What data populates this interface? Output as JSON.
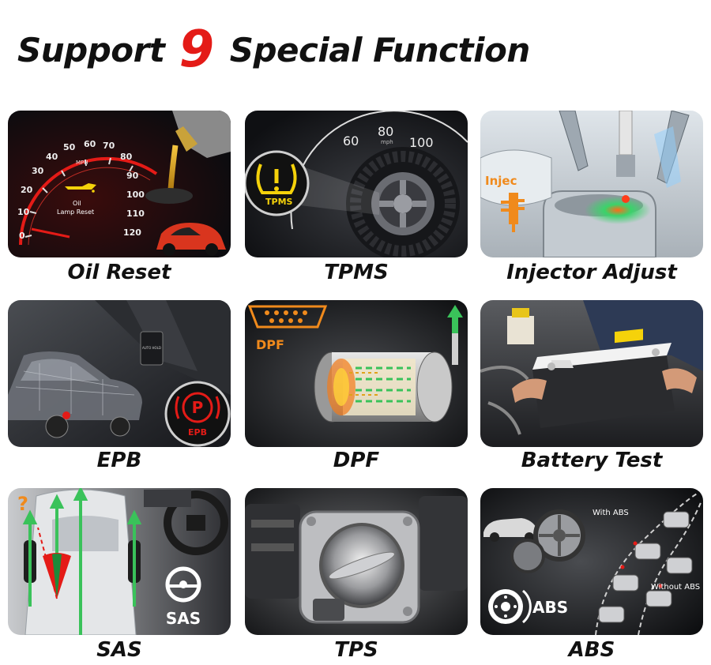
{
  "headline": {
    "prefix": "Support",
    "number": "9",
    "suffix": "Special Function"
  },
  "functions": [
    {
      "title": "Oil Reset",
      "overlay": "Oil\nLamp Reset",
      "overlay_line1": "Oil",
      "overlay_line2": "Lamp Reset",
      "unit": "MPH",
      "gauge_ticks": [
        "0",
        "10",
        "20",
        "30",
        "40",
        "50",
        "60",
        "70",
        "80",
        "90",
        "100",
        "110",
        "120"
      ]
    },
    {
      "title": "TPMS",
      "badge": "TPMS",
      "unit": "mph",
      "gauge_ticks": [
        "60",
        "80",
        "100"
      ]
    },
    {
      "title": "Injector Adjust",
      "badge": "Injec"
    },
    {
      "title": "EPB",
      "badge": "EPB",
      "symbol": "P",
      "button_label": "AUTO HOLD"
    },
    {
      "title": "DPF",
      "badge": "DPF"
    },
    {
      "title": "Battery Test"
    },
    {
      "title": "SAS",
      "badge": "SAS",
      "question": "?"
    },
    {
      "title": "TPS"
    },
    {
      "title": "ABS",
      "badge": "ABS",
      "label_with": "With ABS",
      "label_without": "Without ABS"
    }
  ],
  "colors": {
    "accent_red": "#e41b17",
    "tile_dark": "#1b1d22",
    "warning_yellow": "#f5d20a",
    "dpf_orange": "#f08a1c"
  }
}
